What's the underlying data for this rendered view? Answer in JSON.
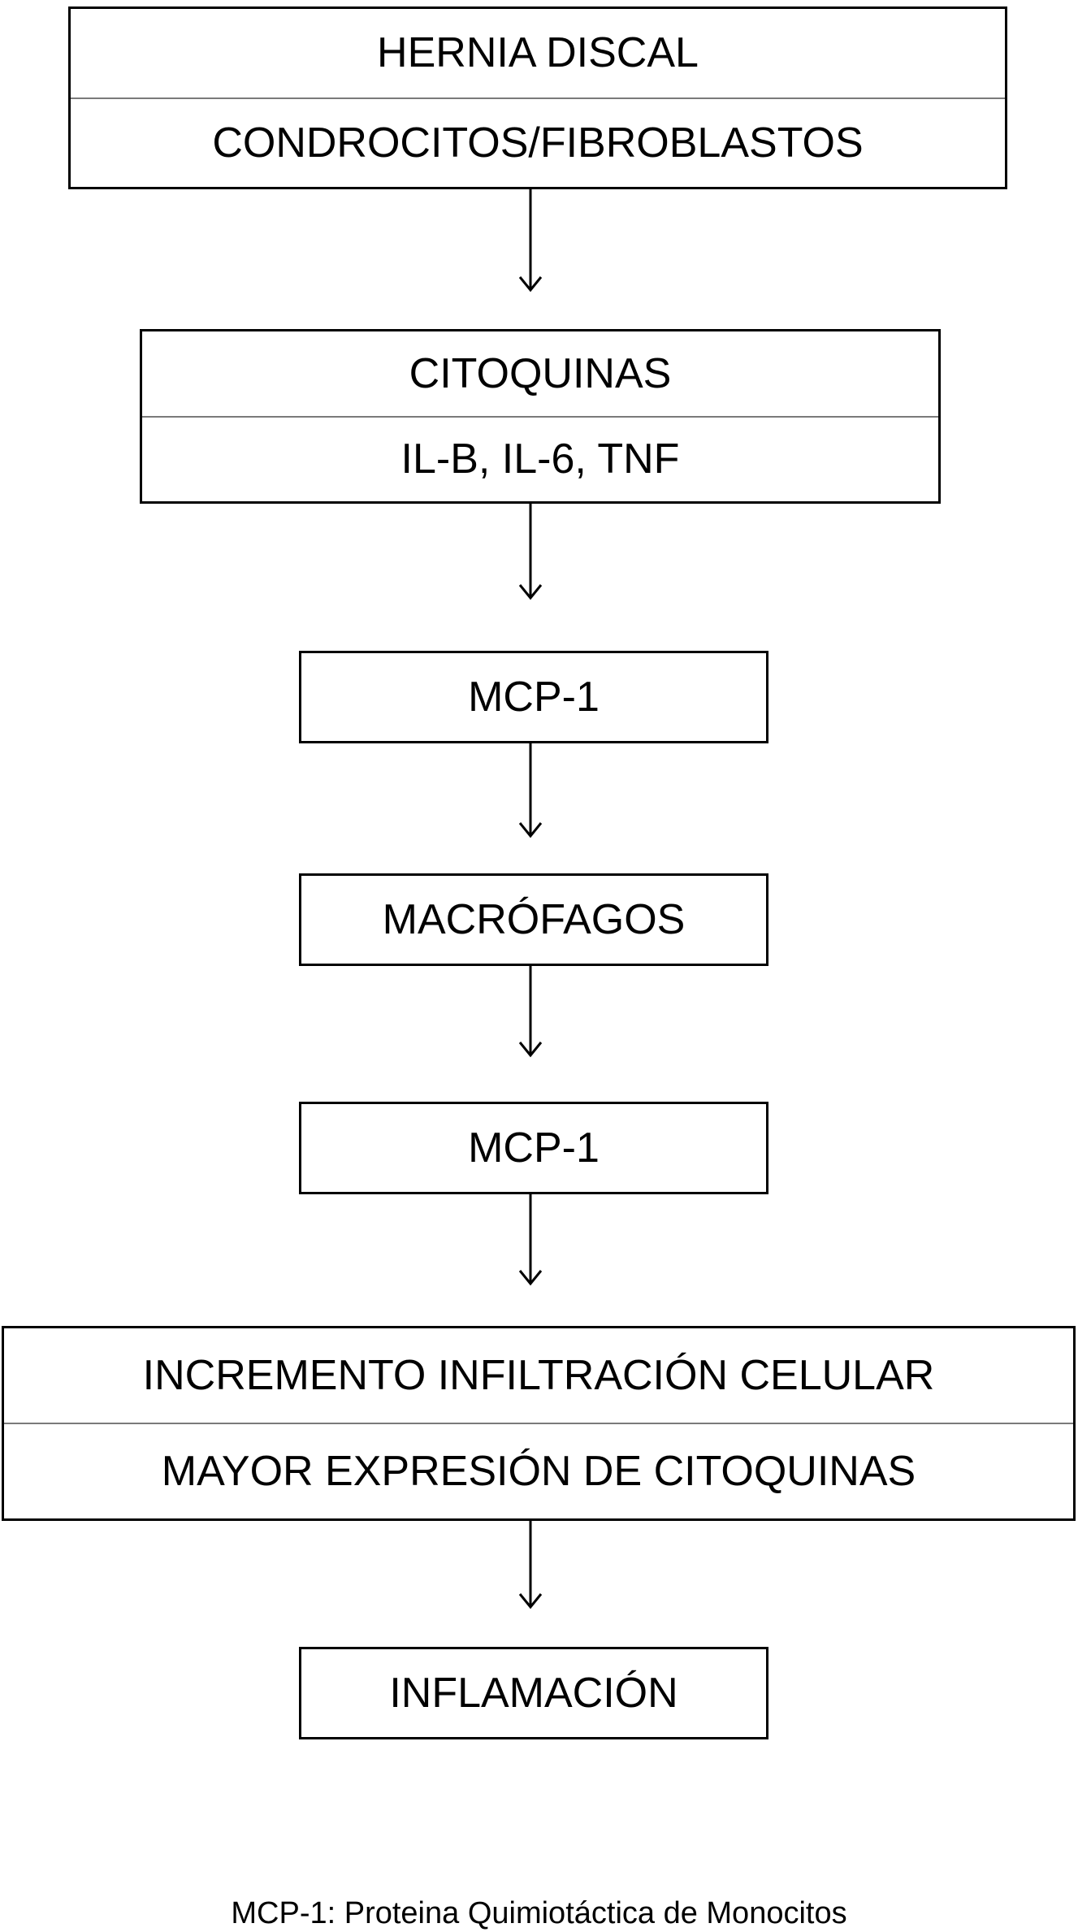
{
  "diagram": {
    "boxes": [
      {
        "id": "hernia",
        "lines": [
          "HERNIA DISCAL",
          "CONDROCITOS/FIBROBLASTOS"
        ]
      },
      {
        "id": "citoquinas",
        "lines": [
          "CITOQUINAS",
          "IL-B, IL-6, TNF"
        ]
      },
      {
        "id": "mcp1-a",
        "lines": [
          "MCP-1"
        ]
      },
      {
        "id": "macrofagos",
        "lines": [
          "MACRÓFAGOS"
        ]
      },
      {
        "id": "mcp1-b",
        "lines": [
          "MCP-1"
        ]
      },
      {
        "id": "incremento",
        "lines": [
          "INCREMENTO INFILTRACIÓN CELULAR",
          "MAYOR EXPRESIÓN DE CITOQUINAS"
        ]
      },
      {
        "id": "inflamacion",
        "lines": [
          "INFLAMACIÓN"
        ]
      }
    ],
    "edges": [
      {
        "from": "hernia",
        "to": "citoquinas"
      },
      {
        "from": "citoquinas",
        "to": "mcp1-a"
      },
      {
        "from": "mcp1-a",
        "to": "macrofagos"
      },
      {
        "from": "macrofagos",
        "to": "mcp1-b"
      },
      {
        "from": "mcp1-b",
        "to": "incremento"
      },
      {
        "from": "incremento",
        "to": "inflamacion"
      }
    ],
    "footnote": "MCP-1: Proteina Quimiotáctica de Monocitos"
  }
}
